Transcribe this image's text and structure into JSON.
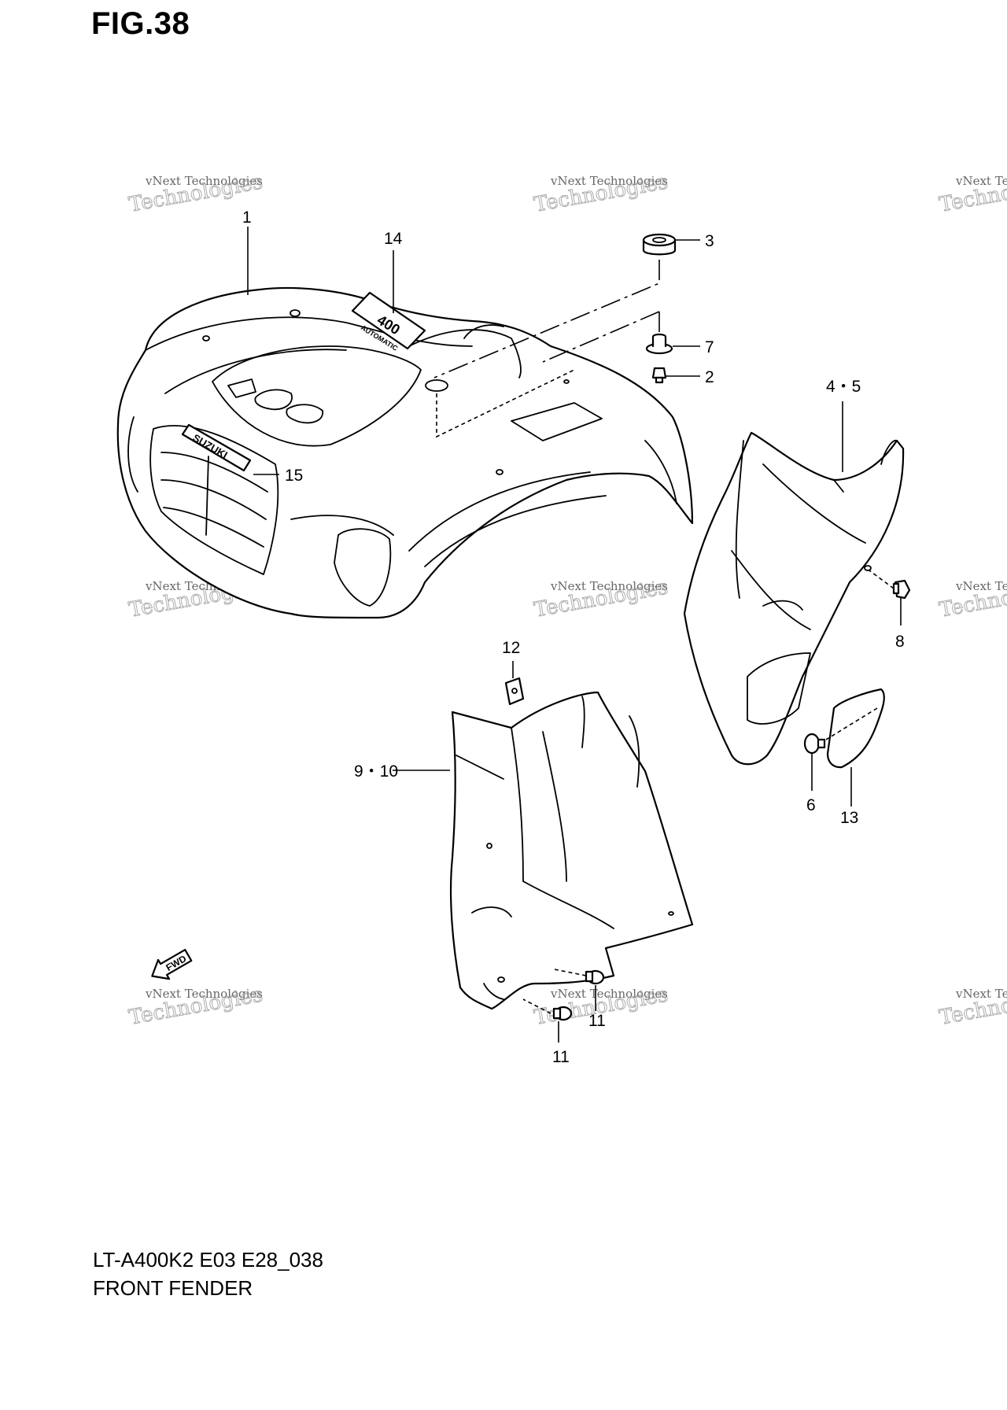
{
  "figure": {
    "title": "FIG.38",
    "model_code": "LT-A400K2 E03 E28_038",
    "section_name": "FRONT FENDER"
  },
  "callouts": [
    {
      "id": "c1",
      "label": "1"
    },
    {
      "id": "c2",
      "label": "2"
    },
    {
      "id": "c3",
      "label": "3"
    },
    {
      "id": "c45",
      "label": "4・5"
    },
    {
      "id": "c6",
      "label": "6"
    },
    {
      "id": "c7",
      "label": "7"
    },
    {
      "id": "c8",
      "label": "8"
    },
    {
      "id": "c910",
      "label": "9・10"
    },
    {
      "id": "c11a",
      "label": "11"
    },
    {
      "id": "c11b",
      "label": "11"
    },
    {
      "id": "c12",
      "label": "12"
    },
    {
      "id": "c13",
      "label": "13"
    },
    {
      "id": "c14",
      "label": "14"
    },
    {
      "id": "c15",
      "label": "15"
    }
  ],
  "decals": {
    "brand": "SUZUKI",
    "model_number": "400",
    "model_script": "AUTOMATIC",
    "direction_badge": "FWD"
  },
  "watermark": {
    "line1": "vNext Technologies",
    "line2": "Technologies"
  }
}
